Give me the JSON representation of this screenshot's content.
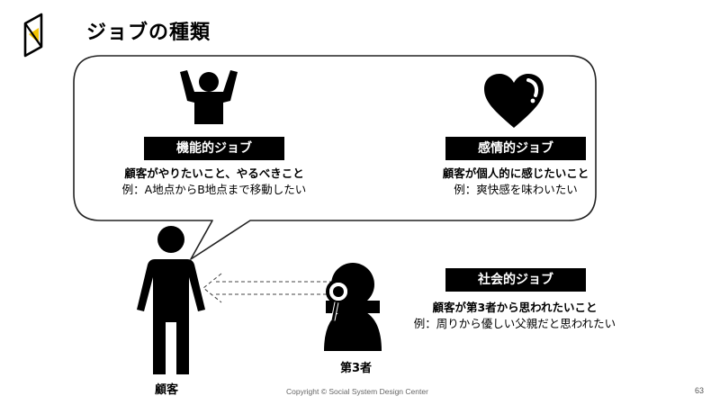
{
  "colors": {
    "accent": "#f2c200",
    "ink": "#000000",
    "bubble_border": "#222222"
  },
  "slide": {
    "title": "ジョブの種類",
    "logo_icon": "folded-flag-logo"
  },
  "jobs": {
    "functional": {
      "icon": "person-arms-raised-icon",
      "label": "機能的ジョブ",
      "line1": "顧客がやりたいこと、やるべきこと",
      "line2": "例：A地点からB地点まで移動したい"
    },
    "emotional": {
      "icon": "heart-icon",
      "label": "感情的ジョブ",
      "line1": "顧客が個人的に感じたいこと",
      "line2": "例：爽快感を味わいたい"
    },
    "social": {
      "label": "社会的ジョブ",
      "line1": "顧客が第3者から思われたいこと",
      "line2": "例：周りから優しい父親だと思われたい"
    }
  },
  "people": {
    "customer_label": "顧客",
    "third_party_label": "第3者"
  },
  "footer": {
    "copyright": "Copyright © Social System Design Center",
    "page_number": "63"
  }
}
